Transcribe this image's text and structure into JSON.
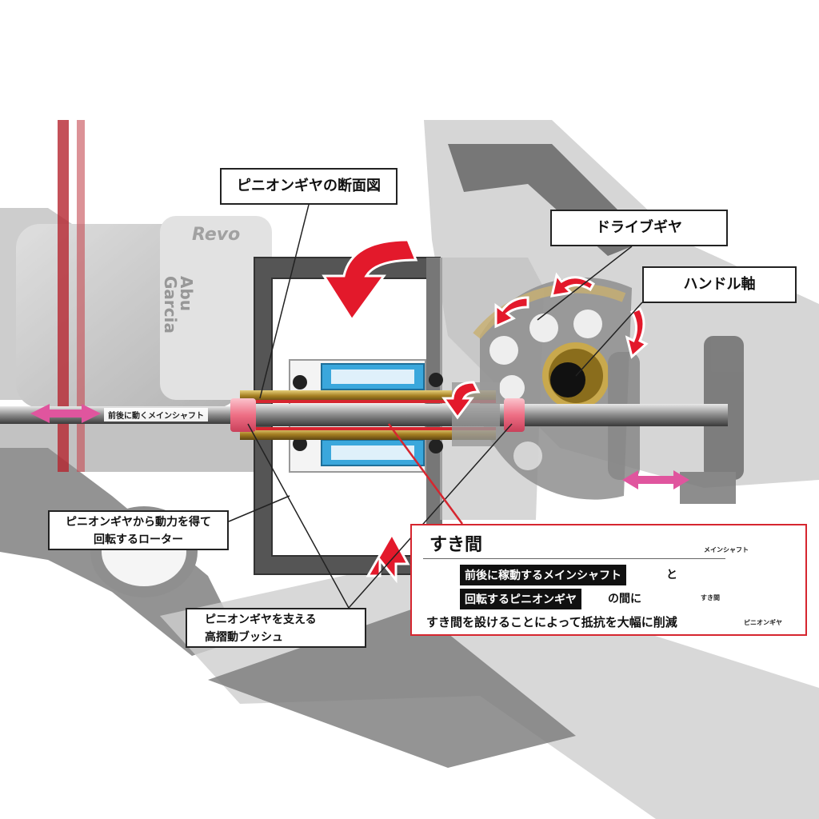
{
  "labels": {
    "pinion_section": "ピニオンギヤの断面図",
    "drive_gear": "ドライブギヤ",
    "handle_shaft": "ハンドル軸",
    "main_shaft_moving": "前後に動くメインシャフト",
    "rotor_line1": "ピニオンギヤから動力を得て",
    "rotor_line2": "回転するローター",
    "bush_line1": "ピニオンギヤを支える",
    "bush_line2": "高摺動ブッシュ"
  },
  "gap_panel": {
    "title": "すき間",
    "shaft_tag": "前後に稼動するメインシャフト",
    "to": "と",
    "pinion_tag": "回転するピニオンギヤ",
    "between": "の間に",
    "line3": "すき間を設けることによって抵抗を大幅に削減",
    "mini_shaft": "メインシャフト",
    "mini_gap": "すき間",
    "mini_pinion": "ピニオンギヤ"
  },
  "brand": {
    "logo1": "Abu",
    "logo2": "Garcia",
    "model": "Revo"
  },
  "colors": {
    "accent_red": "#e3192b",
    "pink_arrow": "#e0559e",
    "blue_bearing": "#3aa7dc",
    "gold": "#b08a2c",
    "bush_pink": "#f07a8e",
    "panel_border": "#d6262f"
  }
}
